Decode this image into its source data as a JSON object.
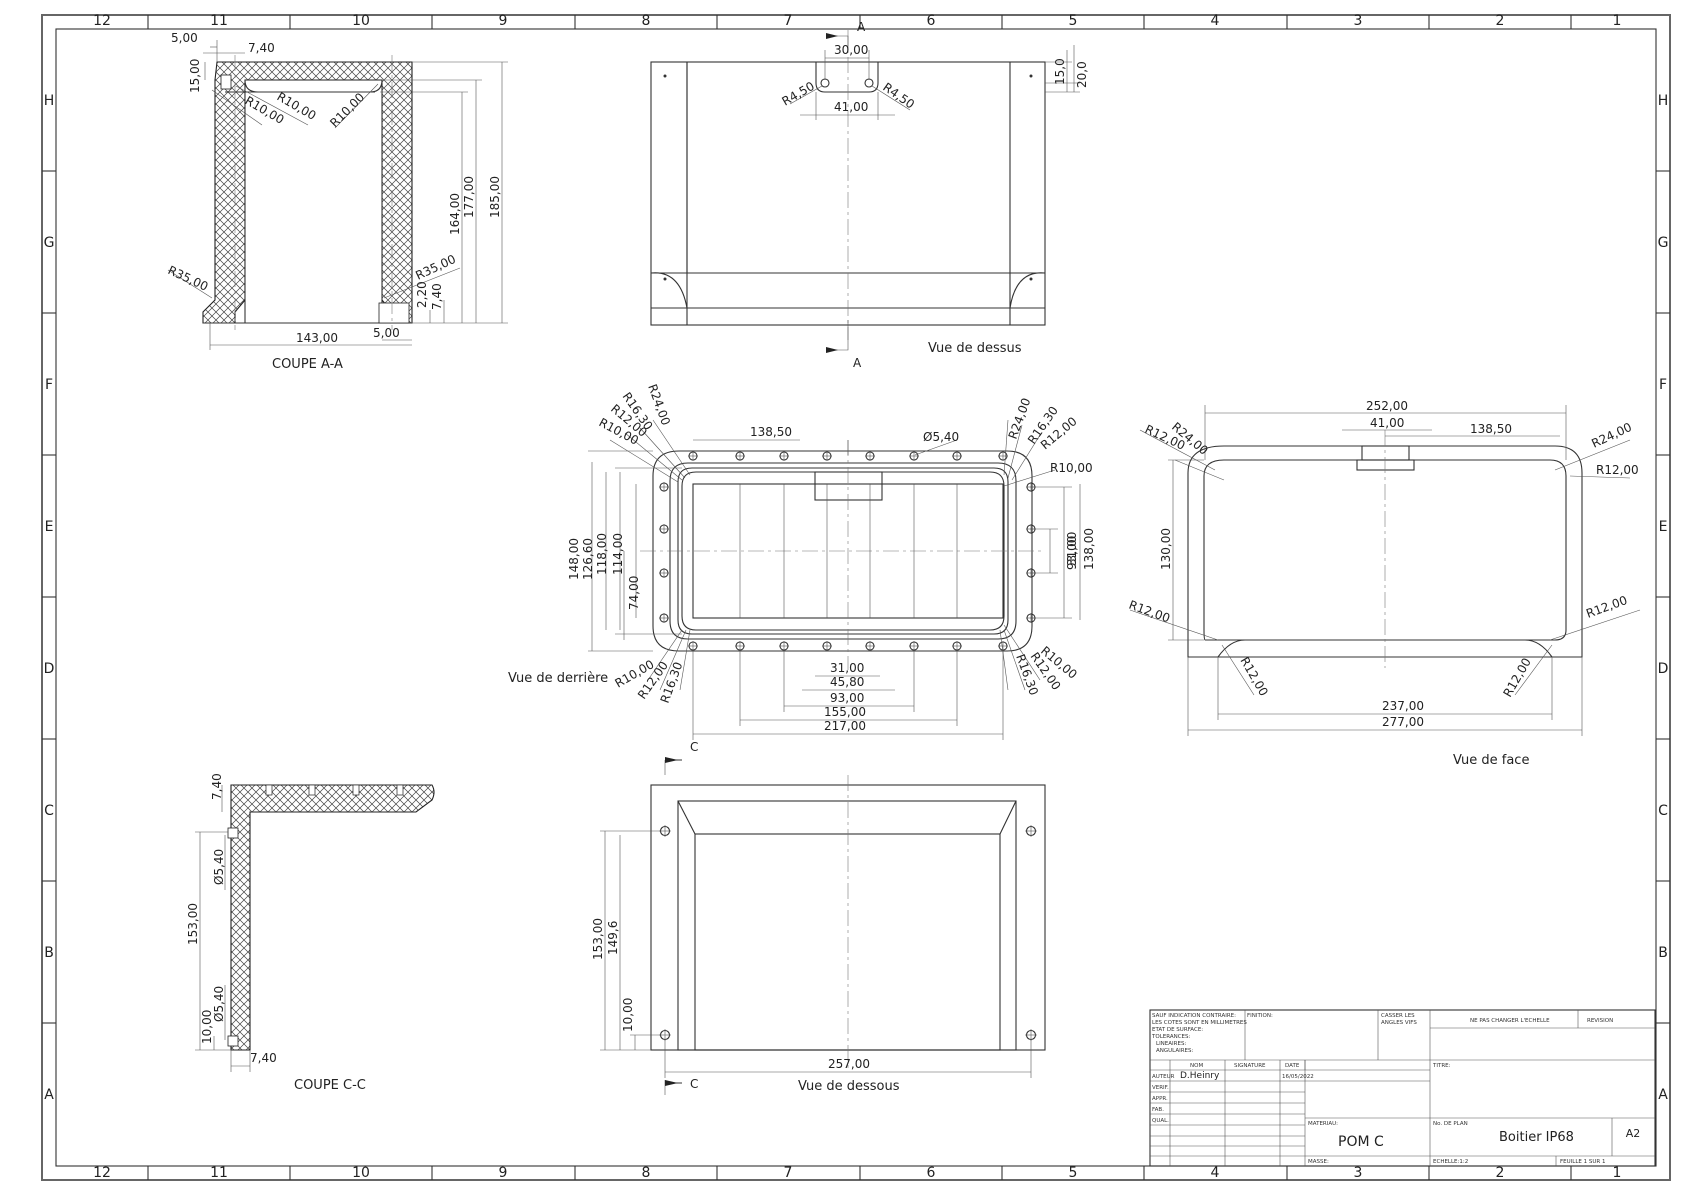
{
  "border": {
    "columns": [
      "12",
      "11",
      "10",
      "9",
      "8",
      "7",
      "6",
      "5",
      "4",
      "3",
      "2",
      "1"
    ],
    "rows": [
      "H",
      "G",
      "F",
      "E",
      "D",
      "C",
      "B",
      "A"
    ]
  },
  "views": {
    "coupe_aa": {
      "title": "COUPE A-A",
      "dims": [
        "5,00",
        "7,40",
        "15,00",
        "R10,00",
        "R10,00",
        "R10,00",
        "185,00",
        "177,00",
        "164,00",
        "R35,00",
        "R35,00",
        "2,20",
        "7,40",
        "143,00",
        "5,00"
      ]
    },
    "vue_dessus": {
      "title": "Vue de dessus",
      "section_mark": "A",
      "dims": [
        "30,00",
        "R4,50",
        "R4,50",
        "41,00",
        "15,0",
        "20,0"
      ]
    },
    "vue_derriere": {
      "title": "Vue de derrière",
      "dims": [
        "138,50",
        "Ø5,40",
        "R24,00",
        "R16,30",
        "R12,00",
        "R10,00",
        "R24,00",
        "R16,30",
        "R12,00",
        "R10,00",
        "148,00",
        "126,60",
        "118,00",
        "114,00",
        "74,00",
        "31,00",
        "93,00",
        "138,00",
        "R10,00",
        "R12,00",
        "R16,30",
        "R16,30",
        "R12,00",
        "R10,00",
        "31,00",
        "45,80",
        "93,00",
        "155,00",
        "217,00"
      ]
    },
    "vue_face": {
      "title": "Vue de face",
      "dims": [
        "252,00",
        "41,00",
        "138,50",
        "R24,00",
        "R12,00",
        "R24,00",
        "R12,00",
        "130,00",
        "R12,00",
        "R12,00",
        "R12,00",
        "R12,00",
        "237,00",
        "277,00"
      ]
    },
    "coupe_cc": {
      "title": "COUPE C-C",
      "dims": [
        "7,40",
        "Ø5,40",
        "153,00",
        "Ø5,40",
        "10,00",
        "7,40"
      ]
    },
    "vue_dessous": {
      "title": "Vue de dessous",
      "section_mark": "C",
      "dims": [
        "153,00",
        "149,6",
        "10,00",
        "257,00"
      ]
    }
  },
  "title_block": {
    "general_notes": [
      "SAUF INDICATION CONTRAIRE:",
      "LES COTES SONT EN MILLIMETRES",
      "ETAT DE SURFACE:",
      "TOLERANCES:",
      "LINEAIRES:",
      "ANGULAIRES:"
    ],
    "finition_label": "FINITION:",
    "casser_label": [
      "CASSER LES",
      "ANGLES VIFS"
    ],
    "scale_note": "NE PAS CHANGER L'ECHELLE",
    "revision_label": "REVISION",
    "header_nom": "NOM",
    "header_signature": "SIGNATURE",
    "header_date": "DATE",
    "row_labels": [
      "AUTEUR",
      "VERIF.",
      "APPR.",
      "FAB.",
      "QUAL."
    ],
    "author_name": "D.Heinry",
    "date": "16/05/2022",
    "titre_label": "TITRE:",
    "materiau_label": "MATERIAU:",
    "material": "POM C",
    "plan_label": "No. DE PLAN",
    "drawing_title": "Boitier IP68",
    "sheet_size": "A2",
    "masse_label": "MASSE:",
    "echelle": "ECHELLE:1:2",
    "feuille": "FEUILLE 1 SUR 1"
  }
}
